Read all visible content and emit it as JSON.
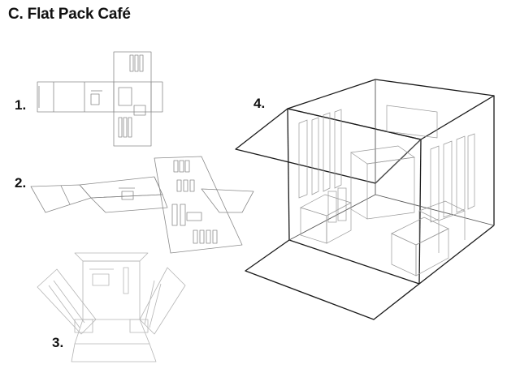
{
  "title": "C. Flat Pack Café",
  "steps": [
    {
      "label": "1."
    },
    {
      "label": "2."
    },
    {
      "label": "3."
    },
    {
      "label": "4."
    }
  ]
}
